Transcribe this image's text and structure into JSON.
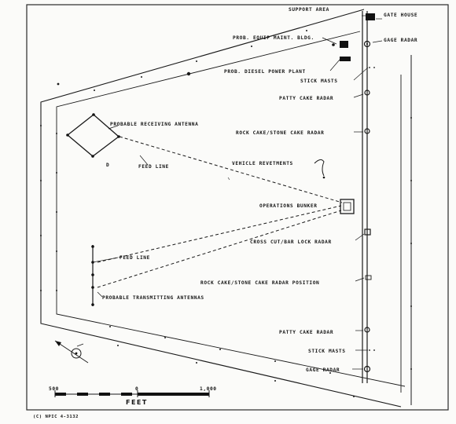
{
  "labels": {
    "support_area": "SUPPORT AREA",
    "gate_house": "GATE HOUSE",
    "gage_radar_top": "GAGE RADAR",
    "equip_maint": "PROB. EQUIP MAINT. BLDG.",
    "diesel_plant": "PROB. DIESEL POWER PLANT",
    "stick_masts_top": "STICK MASTS",
    "patty_cake_top": "PATTY CAKE RADAR",
    "receiving_antenna": "PROBABLE RECEIVING ANTENNA",
    "rock_cake_top": "ROCK CAKE/STONE CAKE RADAR",
    "feed_line_upper": "FEED LINE",
    "vehicle_revetments": "VEHICLE REVETMENTS",
    "operations_bunker": "OPERATIONS BUNKER",
    "cross_cut": "CROSS CUT/BAR LOCK RADAR",
    "feed_line_lower": "FEED LINE",
    "rock_cake_position": "ROCK CAKE/STONE CAKE RADAR POSITION",
    "transmitting_antennas": "PROBABLE TRANSMITTING ANTENNAS",
    "patty_cake_bottom": "PATTY CAKE RADAR",
    "stick_masts_bottom": "STICK MASTS",
    "gage_radar_bottom": "GAGE RADAR",
    "marker_d": "D"
  },
  "scale": {
    "left": "500",
    "mid": "0",
    "right": "1,000",
    "unit": "FEET"
  },
  "credit": "(C) NPIC  4-3132",
  "colors": {
    "ink": "#1a1a1a",
    "paper": "#fbfbf9",
    "frame": "#2a2a2a"
  }
}
